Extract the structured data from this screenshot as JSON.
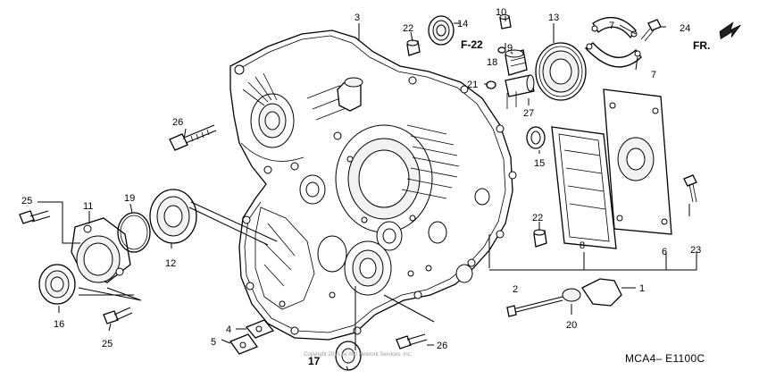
{
  "diagram_code": "MCA4– E1100C",
  "ref_label": "F-22",
  "front_label": "FR.",
  "watermark": "Copyright 2015 by ARI Network Services, Inc.",
  "callouts": {
    "c1": "1",
    "c2": "2",
    "c3": "3",
    "c4": "4",
    "c5": "5",
    "c6": "6",
    "c7a": "7",
    "c7b": "7",
    "c8": "8",
    "c9": "9",
    "c10": "10",
    "c11": "11",
    "c12": "12",
    "c13": "13",
    "c14": "14",
    "c15": "15",
    "c16": "16",
    "c17": "17",
    "c18": "18",
    "c19": "19",
    "c20": "20",
    "c21": "21",
    "c22a": "22",
    "c22b": "22",
    "c23": "23",
    "c24": "24",
    "c25a": "25",
    "c25b": "25",
    "c26a": "26",
    "c26b": "26",
    "c27": "27"
  }
}
